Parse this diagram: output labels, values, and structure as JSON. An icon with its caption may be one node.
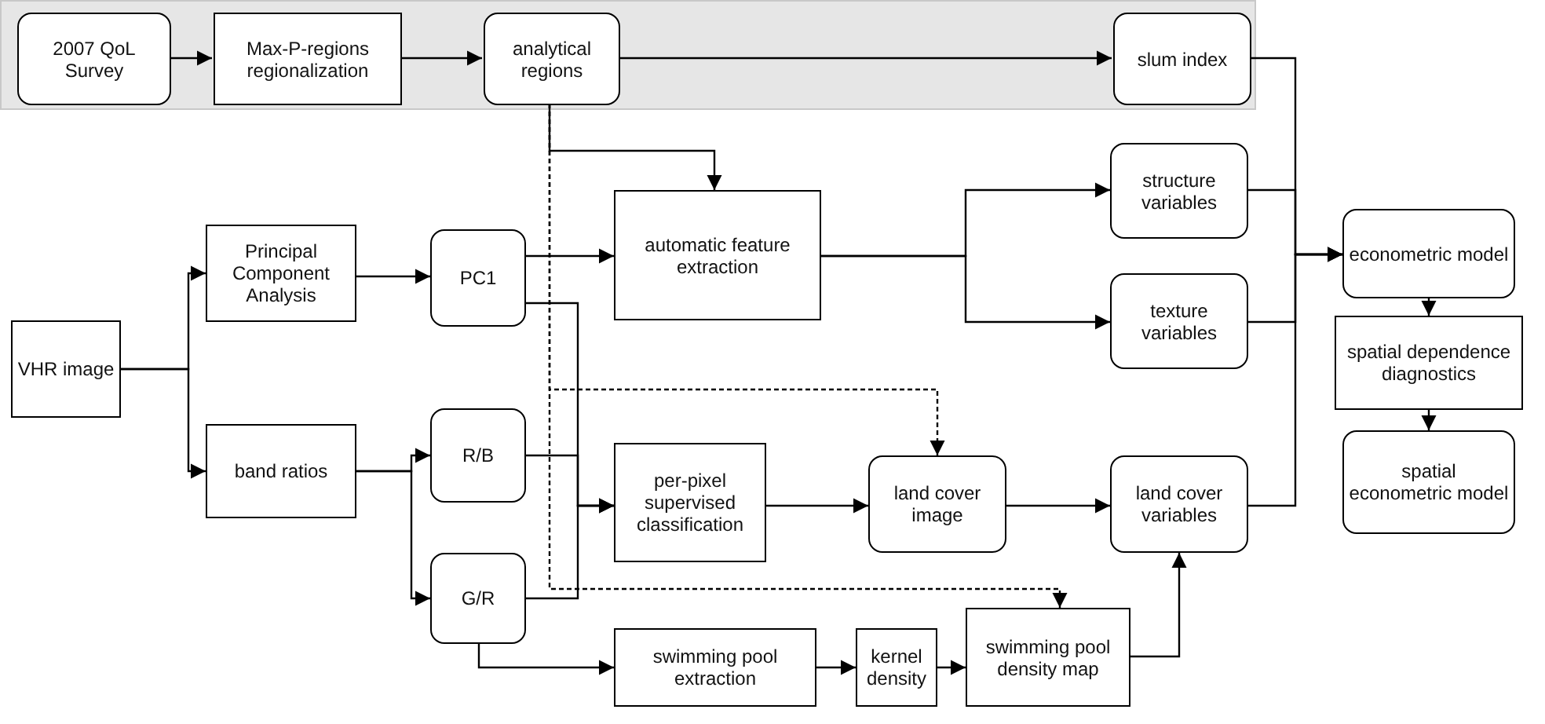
{
  "diagram": {
    "nodes": [
      {
        "text": [],
        "shape": "band"
      },
      {
        "text": [
          "2007 QoL Survey"
        ],
        "in": 0
      },
      {
        "text": [
          "Max-P-regions regionalization"
        ],
        "in": 0
      },
      {
        "text": [
          "analytical regions"
        ],
        "in": 0
      },
      {
        "text": [
          "slum index"
        ],
        "in": 0
      },
      {
        "text": [
          "VHR image"
        ]
      },
      {
        "text": [
          "Principal Component Analysis"
        ]
      },
      {
        "text": [
          "band ratios"
        ]
      },
      {
        "text": [
          "PC1"
        ]
      },
      {
        "text": [
          "R/B"
        ]
      },
      {
        "text": [
          "G/R"
        ]
      },
      {
        "text": [
          "automatic feature extraction"
        ]
      },
      {
        "text": [
          "per-pixel supervised classification"
        ]
      },
      {
        "text": [
          "swimming pool extraction"
        ]
      },
      {
        "text": [
          "kernel density"
        ]
      },
      {
        "text": [
          "land cover image"
        ]
      },
      {
        "text": [
          "swimming pool density map"
        ]
      },
      {
        "text": [
          "structure variables"
        ]
      },
      {
        "text": [
          "texture variables"
        ]
      },
      {
        "text": [
          "land cover variables"
        ]
      },
      {
        "text": [
          "econometric model"
        ]
      },
      {
        "text": [
          "spatial dependence diagnostics"
        ]
      },
      {
        "text": [
          "spatial econometric model"
        ]
      }
    ],
    "edges": [
      {
        "from": 1,
        "to": 2,
        "arrow": "to"
      },
      {
        "from": 2,
        "to": 3,
        "arrow": "to"
      },
      {
        "from": 3,
        "to": 4,
        "arrow": "to"
      },
      {
        "from": 3,
        "to": 11,
        "arrow": "to"
      },
      {
        "from": 3,
        "to": 15,
        "arrow": "to",
        "style": "dashed"
      },
      {
        "from": 3,
        "to": 16,
        "arrow": "to",
        "style": "dashed"
      },
      {
        "from": 5,
        "to": 6,
        "arrow": "to"
      },
      {
        "from": 5,
        "to": 7,
        "arrow": "to"
      },
      {
        "from": 6,
        "to": 8,
        "arrow": "to"
      },
      {
        "from": 7,
        "to": 9,
        "arrow": "to"
      },
      {
        "from": 7,
        "to": 10,
        "arrow": "to"
      },
      {
        "from": 8,
        "to": 11,
        "arrow": "to"
      },
      {
        "from": 8,
        "to": 12,
        "arrow": "to"
      },
      {
        "from": 9,
        "to": 12,
        "arrow": "to"
      },
      {
        "from": 10,
        "to": 12,
        "arrow": "to"
      },
      {
        "from": 10,
        "to": 13,
        "arrow": "to"
      },
      {
        "from": 11,
        "to": 17,
        "arrow": "to"
      },
      {
        "from": 11,
        "to": 18,
        "arrow": "to"
      },
      {
        "from": 12,
        "to": 15,
        "arrow": "to"
      },
      {
        "from": 15,
        "to": 19,
        "arrow": "to"
      },
      {
        "from": 13,
        "to": 14,
        "arrow": "to"
      },
      {
        "from": 14,
        "to": 16,
        "arrow": "to"
      },
      {
        "from": 16,
        "to": 19,
        "arrow": "to"
      },
      {
        "from": 4,
        "to": 20,
        "arrow": "to"
      },
      {
        "from": 17,
        "to": 20,
        "arrow": "to"
      },
      {
        "from": 18,
        "to": 20,
        "arrow": "to"
      },
      {
        "from": 19,
        "to": 20,
        "arrow": "to"
      },
      {
        "from": 20,
        "to": 21,
        "arrow": "to"
      },
      {
        "from": 21,
        "to": 22,
        "arrow": "to"
      }
    ]
  }
}
